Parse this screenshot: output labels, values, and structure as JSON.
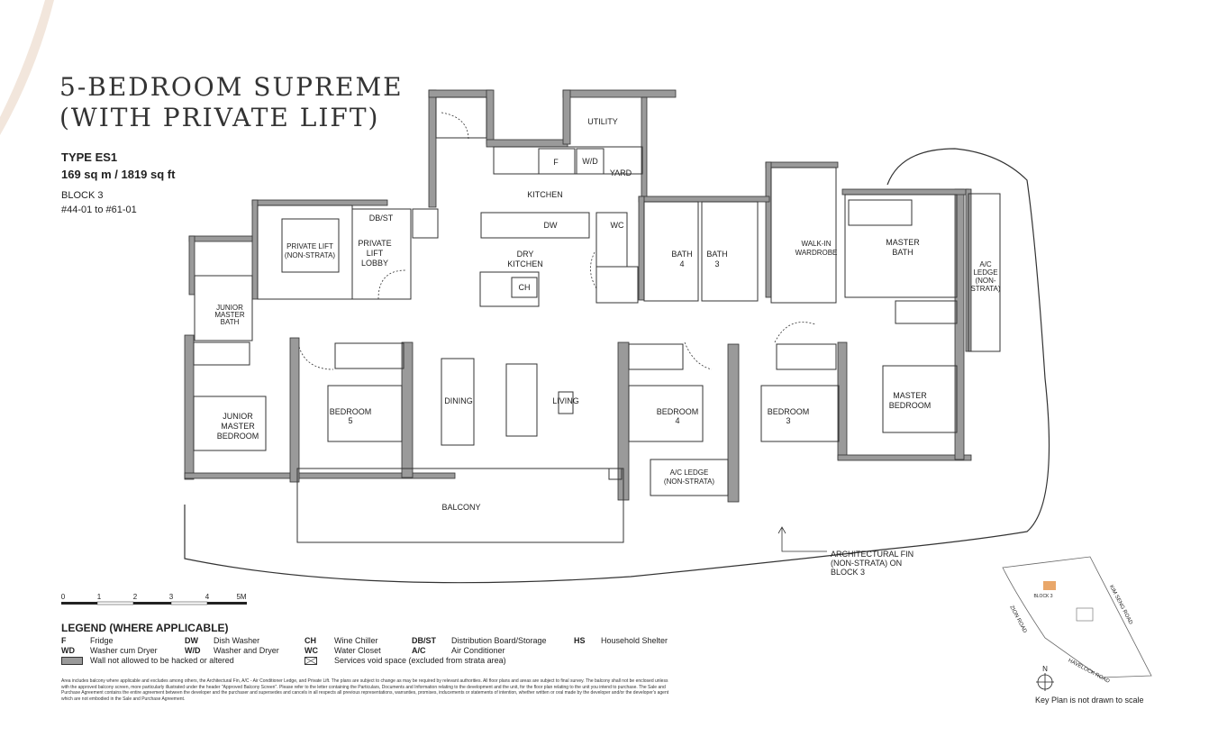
{
  "header": {
    "title_line1": "5-BEDROOM SUPREME",
    "title_line2": "(WITH PRIVATE LIFT)",
    "type": "TYPE ES1",
    "area": "169 sq m / 1819 sq ft",
    "block": "BLOCK 3",
    "units": "#44-01 to #61-01"
  },
  "rooms": {
    "utility": "UTILITY",
    "yard": "YARD",
    "kitchen": "KITCHEN",
    "fridge": "F",
    "wd": "W/D",
    "dbst": "DB/ST",
    "dw": "DW",
    "wc": "WC",
    "dry_kitchen_1": "DRY",
    "dry_kitchen_2": "KITCHEN",
    "ch": "CH",
    "private_lift_1": "PRIVATE LIFT",
    "private_lift_2": "(NON-STRATA)",
    "lift_lobby_1": "PRIVATE",
    "lift_lobby_2": "LIFT",
    "lift_lobby_3": "LOBBY",
    "bath4_1": "BATH",
    "bath4_2": "4",
    "bath3_1": "BATH",
    "bath3_2": "3",
    "walkin_1": "WALK-IN",
    "walkin_2": "WARDROBE",
    "master_bath_1": "MASTER",
    "master_bath_2": "BATH",
    "ac_ledge_right_1": "A/C",
    "ac_ledge_right_2": "LEDGE",
    "ac_ledge_right_3": "(NON-",
    "ac_ledge_right_4": "STRATA)",
    "jr_bath_1": "JUNIOR",
    "jr_bath_2": "MASTER",
    "jr_bath_3": "BATH",
    "jr_bed_1": "JUNIOR",
    "jr_bed_2": "MASTER",
    "jr_bed_3": "BEDROOM",
    "bedroom5_1": "BEDROOM",
    "bedroom5_2": "5",
    "dining": "DINING",
    "living": "LIVING",
    "bedroom4_1": "BEDROOM",
    "bedroom4_2": "4",
    "bedroom3_1": "BEDROOM",
    "bedroom3_2": "3",
    "master_bed_1": "MASTER",
    "master_bed_2": "BEDROOM",
    "ac_ledge_bottom_1": "A/C LEDGE",
    "ac_ledge_bottom_2": "(NON-STRATA)",
    "balcony": "BALCONY"
  },
  "fin_note": {
    "line1": "ARCHITECTURAL FIN",
    "line2": "(NON-STRATA) ON",
    "line3": "BLOCK 3"
  },
  "scale_bar": {
    "labels": [
      "0",
      "1",
      "2",
      "3",
      "4",
      "5M"
    ]
  },
  "legend": {
    "title": "LEGEND (WHERE APPLICABLE)",
    "items": [
      {
        "code": "F",
        "text": "Fridge"
      },
      {
        "code": "WD",
        "text": "Washer cum Dryer"
      },
      {
        "code": "DW",
        "text": "Dish Washer"
      },
      {
        "code": "W/D",
        "text": "Washer and Dryer"
      },
      {
        "code": "CH",
        "text": "Wine Chiller"
      },
      {
        "code": "WC",
        "text": "Water Closet"
      },
      {
        "code": "DB/ST",
        "text": "Distribution Board/Storage"
      },
      {
        "code": "A/C",
        "text": "Air Conditioner"
      },
      {
        "code": "HS",
        "text": "Household Shelter"
      }
    ],
    "wall_note": "Wall not allowed to be hacked or altered",
    "void_note": "Services void space (excluded from strata area)"
  },
  "disclaimer": "Area includes balcony where applicable and excludes among others, the Architectural Fin, A/C - Air Conditioner Ledge, and Private Lift. The plans are subject to change as may be required by relevant authorities. All floor plans and areas are subject to final survey. The balcony shall not be enclosed unless with the approved balcony screen, more particularly illustrated under the header \"Approved Balcony Screen\". Please refer to the letter containing the Particulars, Documents and Information relating to the development and the unit, for the floor plan relating to the unit you intend to purchase. The Sale and Purchase Agreement contains the entire agreement between the developer and the purchaser and supersedes and cancels in all respects all previous representations, warranties, promises, inducements or statements of intention, whether written or oral made by the developer and/or the developer's agent which are not embodied in the Sale and Purchase Agreement.",
  "keyplan": {
    "north": "N",
    "road_kim_seng": "KIM SENG ROAD",
    "road_zion": "ZION ROAD",
    "road_havelock": "HAVELOCK ROAD",
    "block3": "BLOCK 3",
    "note": "Key Plan is not drawn to scale"
  },
  "colors": {
    "wall": "#9a9a9a",
    "line": "#333333",
    "deco": "#f2e6dc",
    "highlight": "#e9a76a"
  }
}
